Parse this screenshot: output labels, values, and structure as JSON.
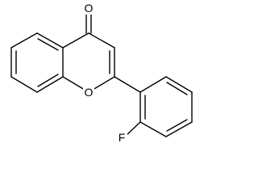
{
  "structure": {
    "atoms": {
      "carbonyl_oxygen": "O",
      "ring_oxygen": "O",
      "fluorine": "F"
    }
  },
  "colors": {
    "bond": "#000000",
    "background": "#ffffff"
  }
}
